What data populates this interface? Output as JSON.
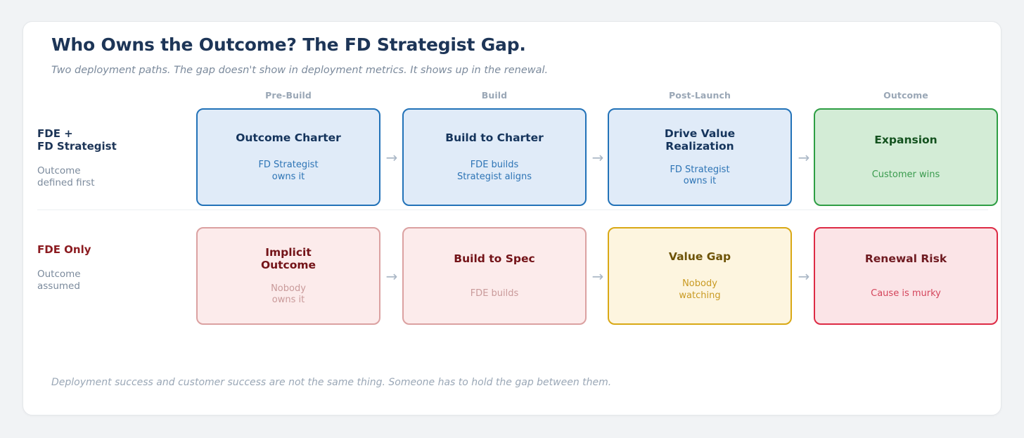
{
  "header": {
    "title": "Who Owns the Outcome? The FD Strategist Gap.",
    "subtitle": "Two deployment paths. The gap doesn't show in deployment metrics. It shows up in the renewal."
  },
  "columns": [
    {
      "label": "Pre-Build"
    },
    {
      "label": "Build"
    },
    {
      "label": "Post-Launch"
    },
    {
      "label": "Outcome"
    }
  ],
  "rows": [
    {
      "label_title": "FDE +\nFD Strategist",
      "label_sub": "Outcome\ndefined first",
      "nodes": [
        {
          "title": "Outcome Charter",
          "sub": "FD Strategist\nowns it",
          "style": "blue"
        },
        {
          "title": "Build to Charter",
          "sub": "FDE builds\nStrategist aligns",
          "style": "blue"
        },
        {
          "title": "Drive Value\nRealization",
          "sub": "FD Strategist\nowns it",
          "style": "blue"
        },
        {
          "title": "Expansion",
          "sub": "Customer wins",
          "style": "green"
        }
      ]
    },
    {
      "label_title": "FDE Only",
      "label_sub": "Outcome\nassumed",
      "nodes": [
        {
          "title": "Implicit\nOutcome",
          "sub": "Nobody\nowns it",
          "style": "pink"
        },
        {
          "title": "Build to Spec",
          "sub": "FDE builds",
          "style": "pink"
        },
        {
          "title": "Value Gap",
          "sub": "Nobody\nwatching",
          "style": "yellow"
        },
        {
          "title": "Renewal Risk",
          "sub": "Cause is murky",
          "style": "red"
        }
      ]
    }
  ],
  "arrow_glyph": "→",
  "footnote": "Deployment success and customer success are not the same thing. Someone has to hold the gap between them.",
  "colors": {
    "page_bg": "#f1f3f5",
    "surface": "#ffffff",
    "title": "#1d3557",
    "muted": "#9aa7b6",
    "blue_border": "#2272b8",
    "blue_fill": "#e0ebf8",
    "green_border": "#2e9e44",
    "green_fill": "#d3ecd6",
    "pink_border": "#dba1a1",
    "pink_fill": "#fcebeb",
    "yellow_border": "#d9a815",
    "yellow_fill": "#fdf5df",
    "red_border": "#dd2b45",
    "red_fill": "#fbe4e7",
    "arrow": "#aab7c6"
  }
}
